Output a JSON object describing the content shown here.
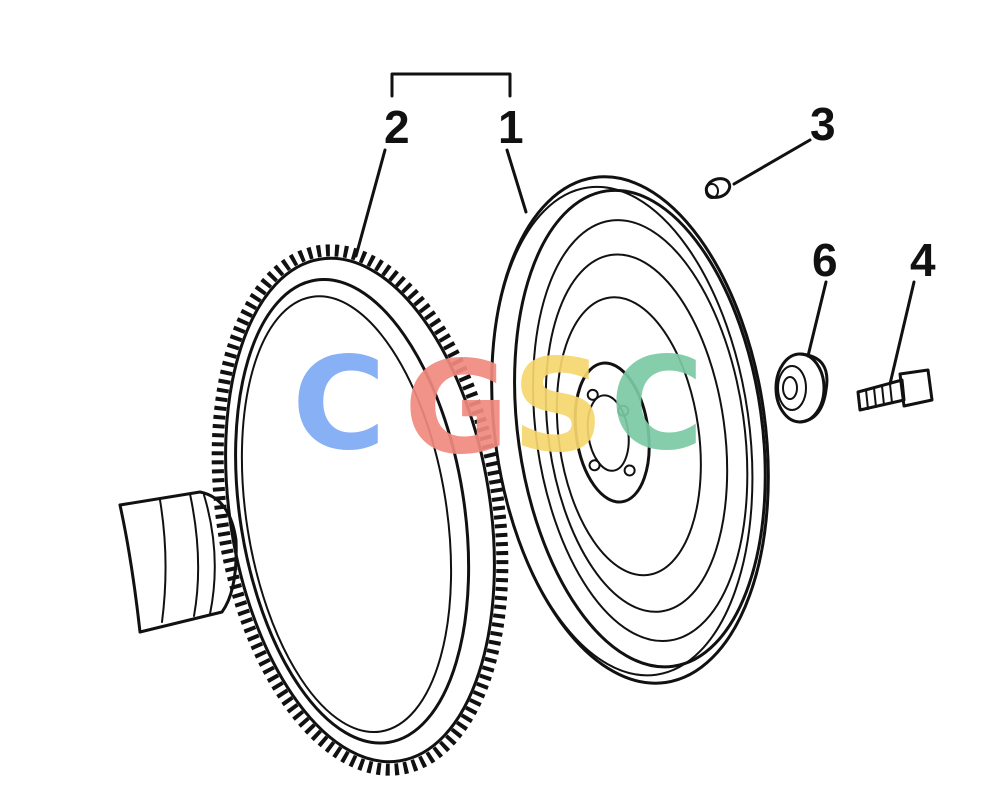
{
  "diagram": {
    "callouts": [
      {
        "id": "1",
        "part": "flywheel"
      },
      {
        "id": "2",
        "part": "ring-gear"
      },
      {
        "id": "3",
        "part": "dowel-pin"
      },
      {
        "id": "4",
        "part": "bolt"
      },
      {
        "id": "6",
        "part": "bearing"
      }
    ]
  },
  "watermark": {
    "letters": [
      {
        "char": "C",
        "color": "#7eaaf5"
      },
      {
        "char": "G",
        "color": "#f08a7e"
      },
      {
        "char": "S",
        "color": "#f6d66e"
      },
      {
        "char": "C",
        "color": "#7cc9a4"
      }
    ]
  },
  "colors": {
    "ink": "#111111",
    "background": "#ffffff"
  }
}
